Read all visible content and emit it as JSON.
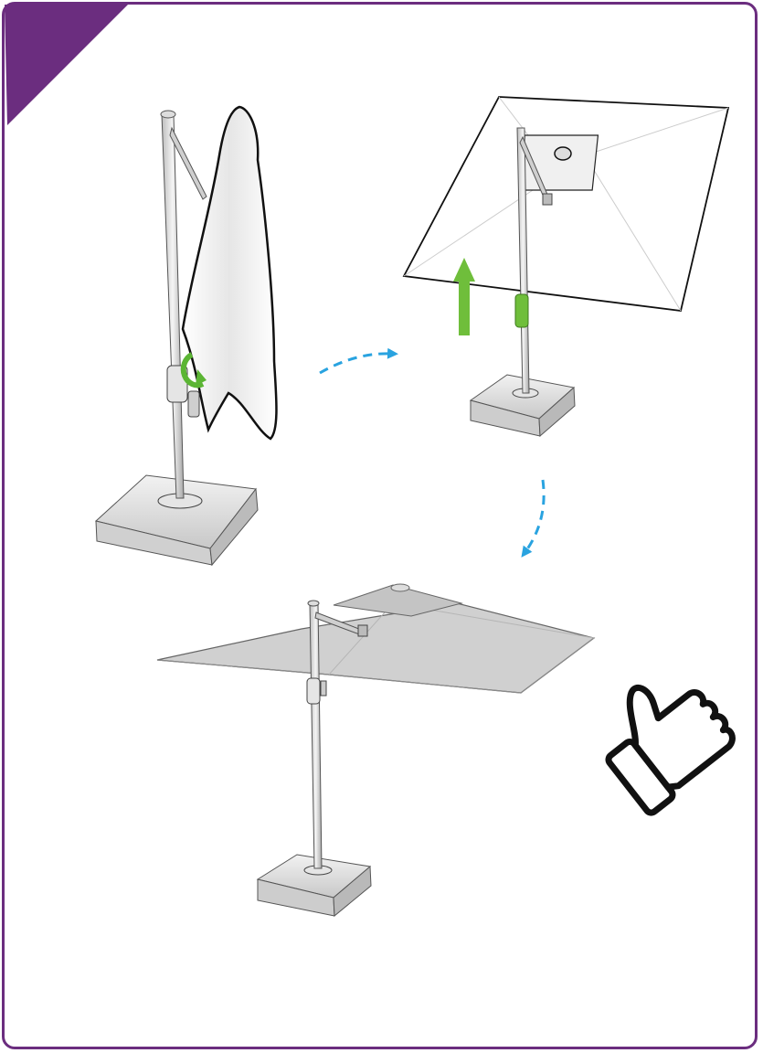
{
  "page": {
    "frame_color": "#6b2d7f",
    "corner_tab_color": "#6b2d7f",
    "arrow_color": "#29a3e0",
    "lift_arrow_color": "#6fbe3b",
    "rotate_indicator_color": "#5bb534",
    "canopy_color": "#d0d0d0",
    "outline_color": "#1a1a1a"
  },
  "steps": [
    {
      "id": "step-1",
      "description_icon": "closed-umbrella-crank-icon"
    },
    {
      "id": "step-2",
      "description_icon": "canopy-lifting-icon"
    },
    {
      "id": "step-3",
      "description_icon": "open-umbrella-icon"
    }
  ],
  "result_icon": "thumbs-up-icon"
}
